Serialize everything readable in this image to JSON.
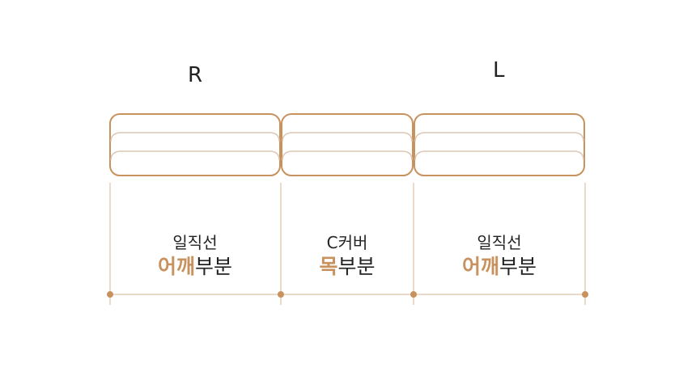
{
  "labels": {
    "right": "R",
    "left": "L"
  },
  "sections": [
    {
      "line1": "일직선",
      "highlight": "어깨",
      "rest": "부분"
    },
    {
      "line1": "C커버",
      "highlight": "목",
      "rest": "부분"
    },
    {
      "line1": "일직선",
      "highlight": "어깨",
      "rest": "부분"
    }
  ],
  "colors": {
    "accent": "#c8925e",
    "outline": "#c8925e",
    "inner_line": "#dcc8b4",
    "guide_line": "#e2cdb8",
    "text": "#222222"
  }
}
